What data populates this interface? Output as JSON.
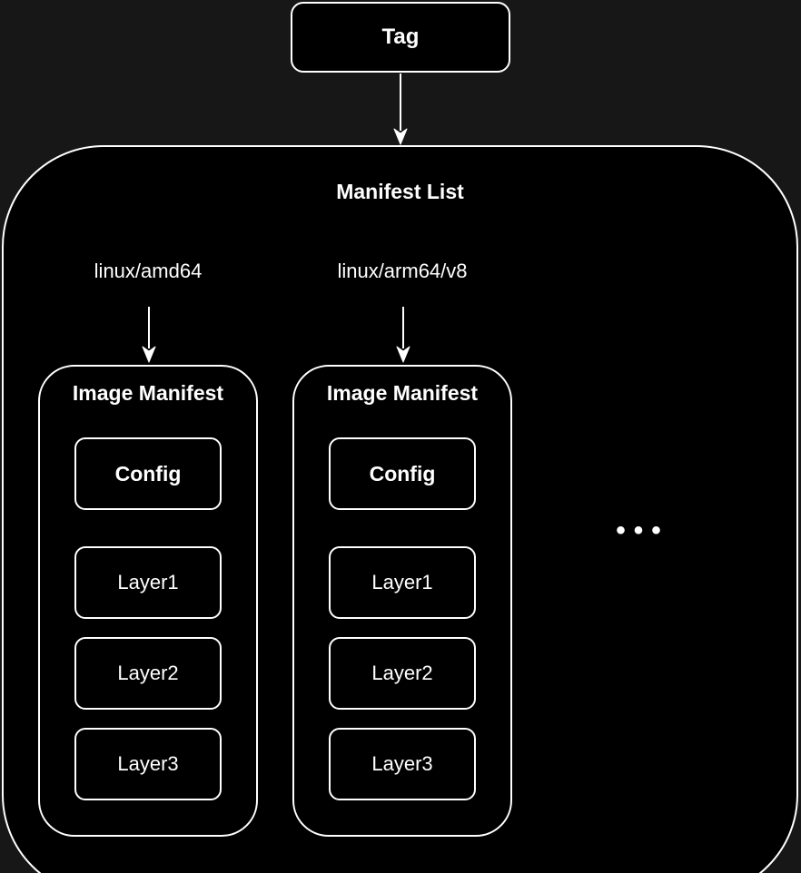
{
  "diagram": {
    "tag_label": "Tag",
    "manifest_list_title": "Manifest List",
    "platforms": [
      "linux/amd64",
      "linux/arm64/v8"
    ],
    "image_manifests": [
      {
        "title": "Image Manifest",
        "config": "Config",
        "layers": [
          "Layer1",
          "Layer2",
          "Layer3"
        ]
      },
      {
        "title": "Image Manifest",
        "config": "Config",
        "layers": [
          "Layer1",
          "Layer2",
          "Layer3"
        ]
      }
    ],
    "ellipsis": "•••",
    "colors": {
      "background": "#171717",
      "node_fill": "#000000",
      "stroke": "#ffffff",
      "text": "#ffffff"
    }
  }
}
